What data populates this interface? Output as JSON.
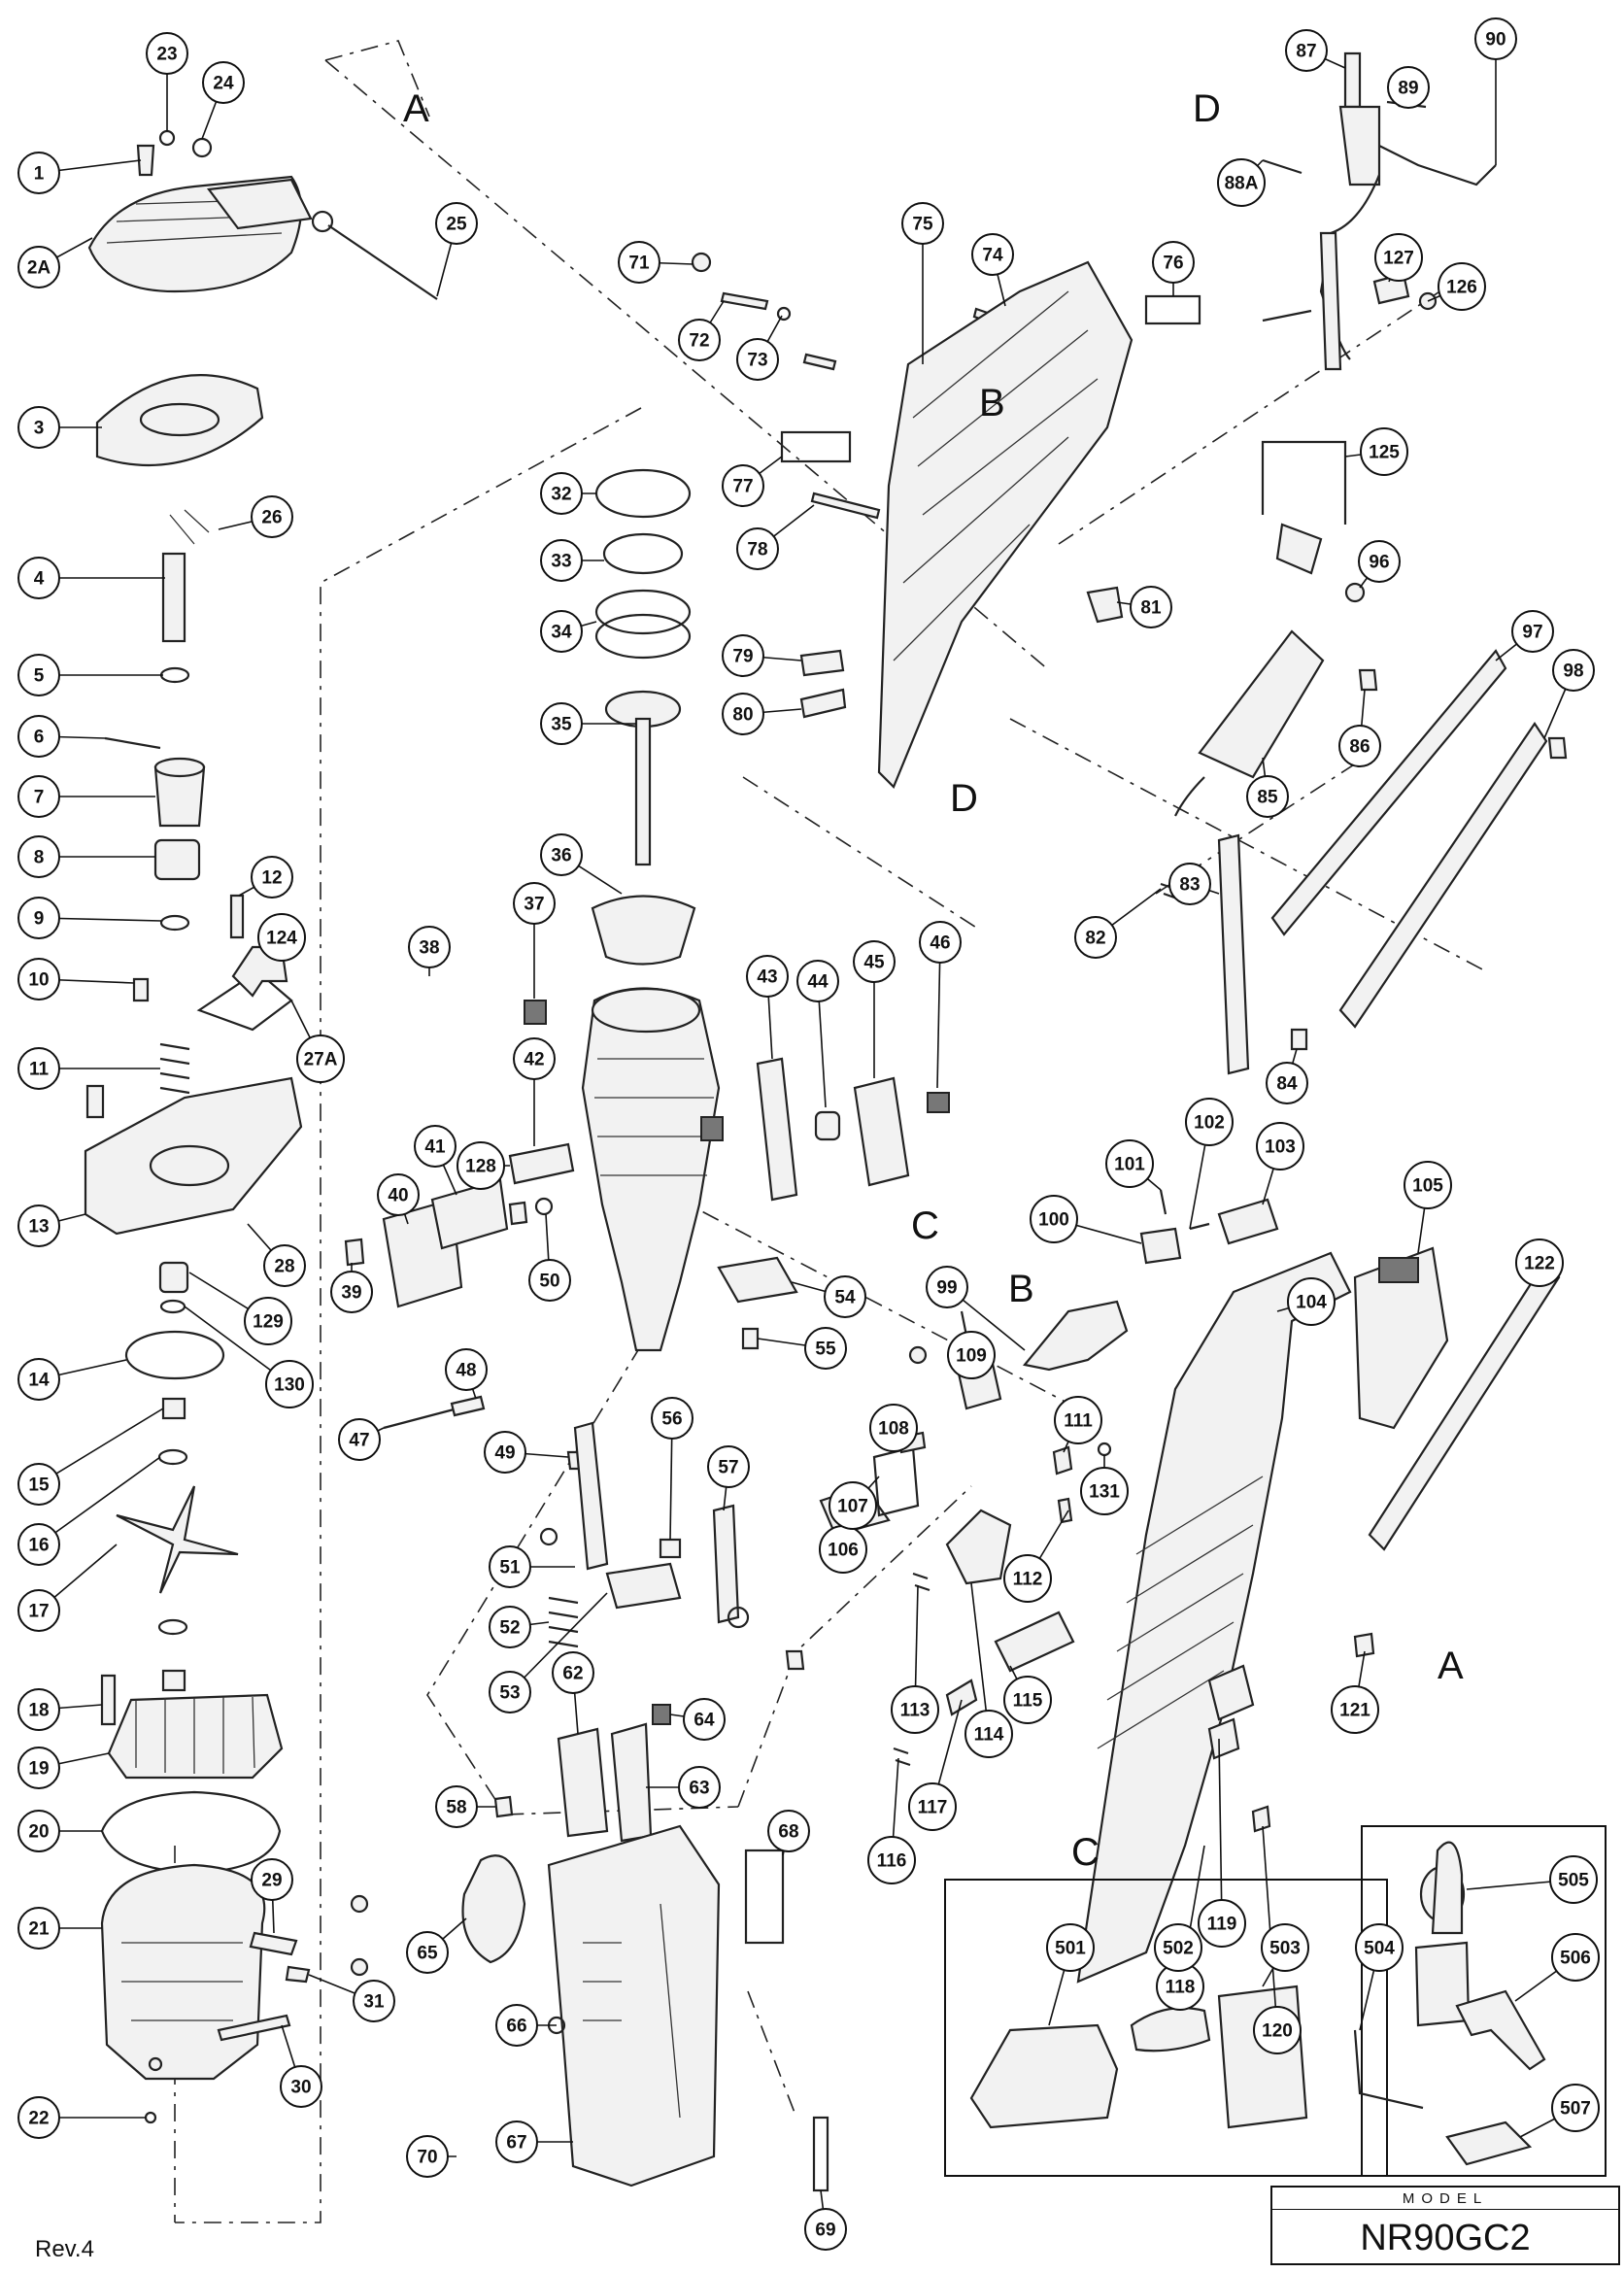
{
  "model_label": "MODEL",
  "model_name": "NR90GC2",
  "revision": "Rev.4",
  "reference_letters": [
    "A",
    "B",
    "C",
    "D"
  ],
  "part_numbers": [
    "1",
    "2A",
    "3",
    "4",
    "5",
    "6",
    "7",
    "8",
    "9",
    "10",
    "11",
    "12",
    "13",
    "14",
    "15",
    "16",
    "17",
    "18",
    "19",
    "20",
    "21",
    "22",
    "23",
    "24",
    "25",
    "26",
    "27A",
    "28",
    "29",
    "30",
    "31",
    "32",
    "33",
    "34",
    "35",
    "36",
    "37",
    "38",
    "39",
    "40",
    "41",
    "42",
    "43",
    "44",
    "45",
    "46",
    "47",
    "48",
    "49",
    "50",
    "51",
    "52",
    "53",
    "54",
    "55",
    "56",
    "57",
    "58",
    "62",
    "63",
    "64",
    "65",
    "66",
    "67",
    "68",
    "69",
    "70",
    "71",
    "72",
    "73",
    "74",
    "75",
    "76",
    "77",
    "78",
    "79",
    "80",
    "81",
    "82",
    "83",
    "84",
    "85",
    "86",
    "87",
    "88A",
    "89",
    "90",
    "96",
    "97",
    "98",
    "99",
    "100",
    "101",
    "102",
    "103",
    "104",
    "105",
    "106",
    "107",
    "108",
    "109",
    "111",
    "112",
    "113",
    "114",
    "115",
    "116",
    "117",
    "118",
    "119",
    "120",
    "121",
    "122",
    "124",
    "125",
    "126",
    "127",
    "128",
    "129",
    "130",
    "131"
  ],
  "accessory_part_numbers": [
    "501",
    "502",
    "503",
    "504",
    "505",
    "506",
    "507"
  ]
}
